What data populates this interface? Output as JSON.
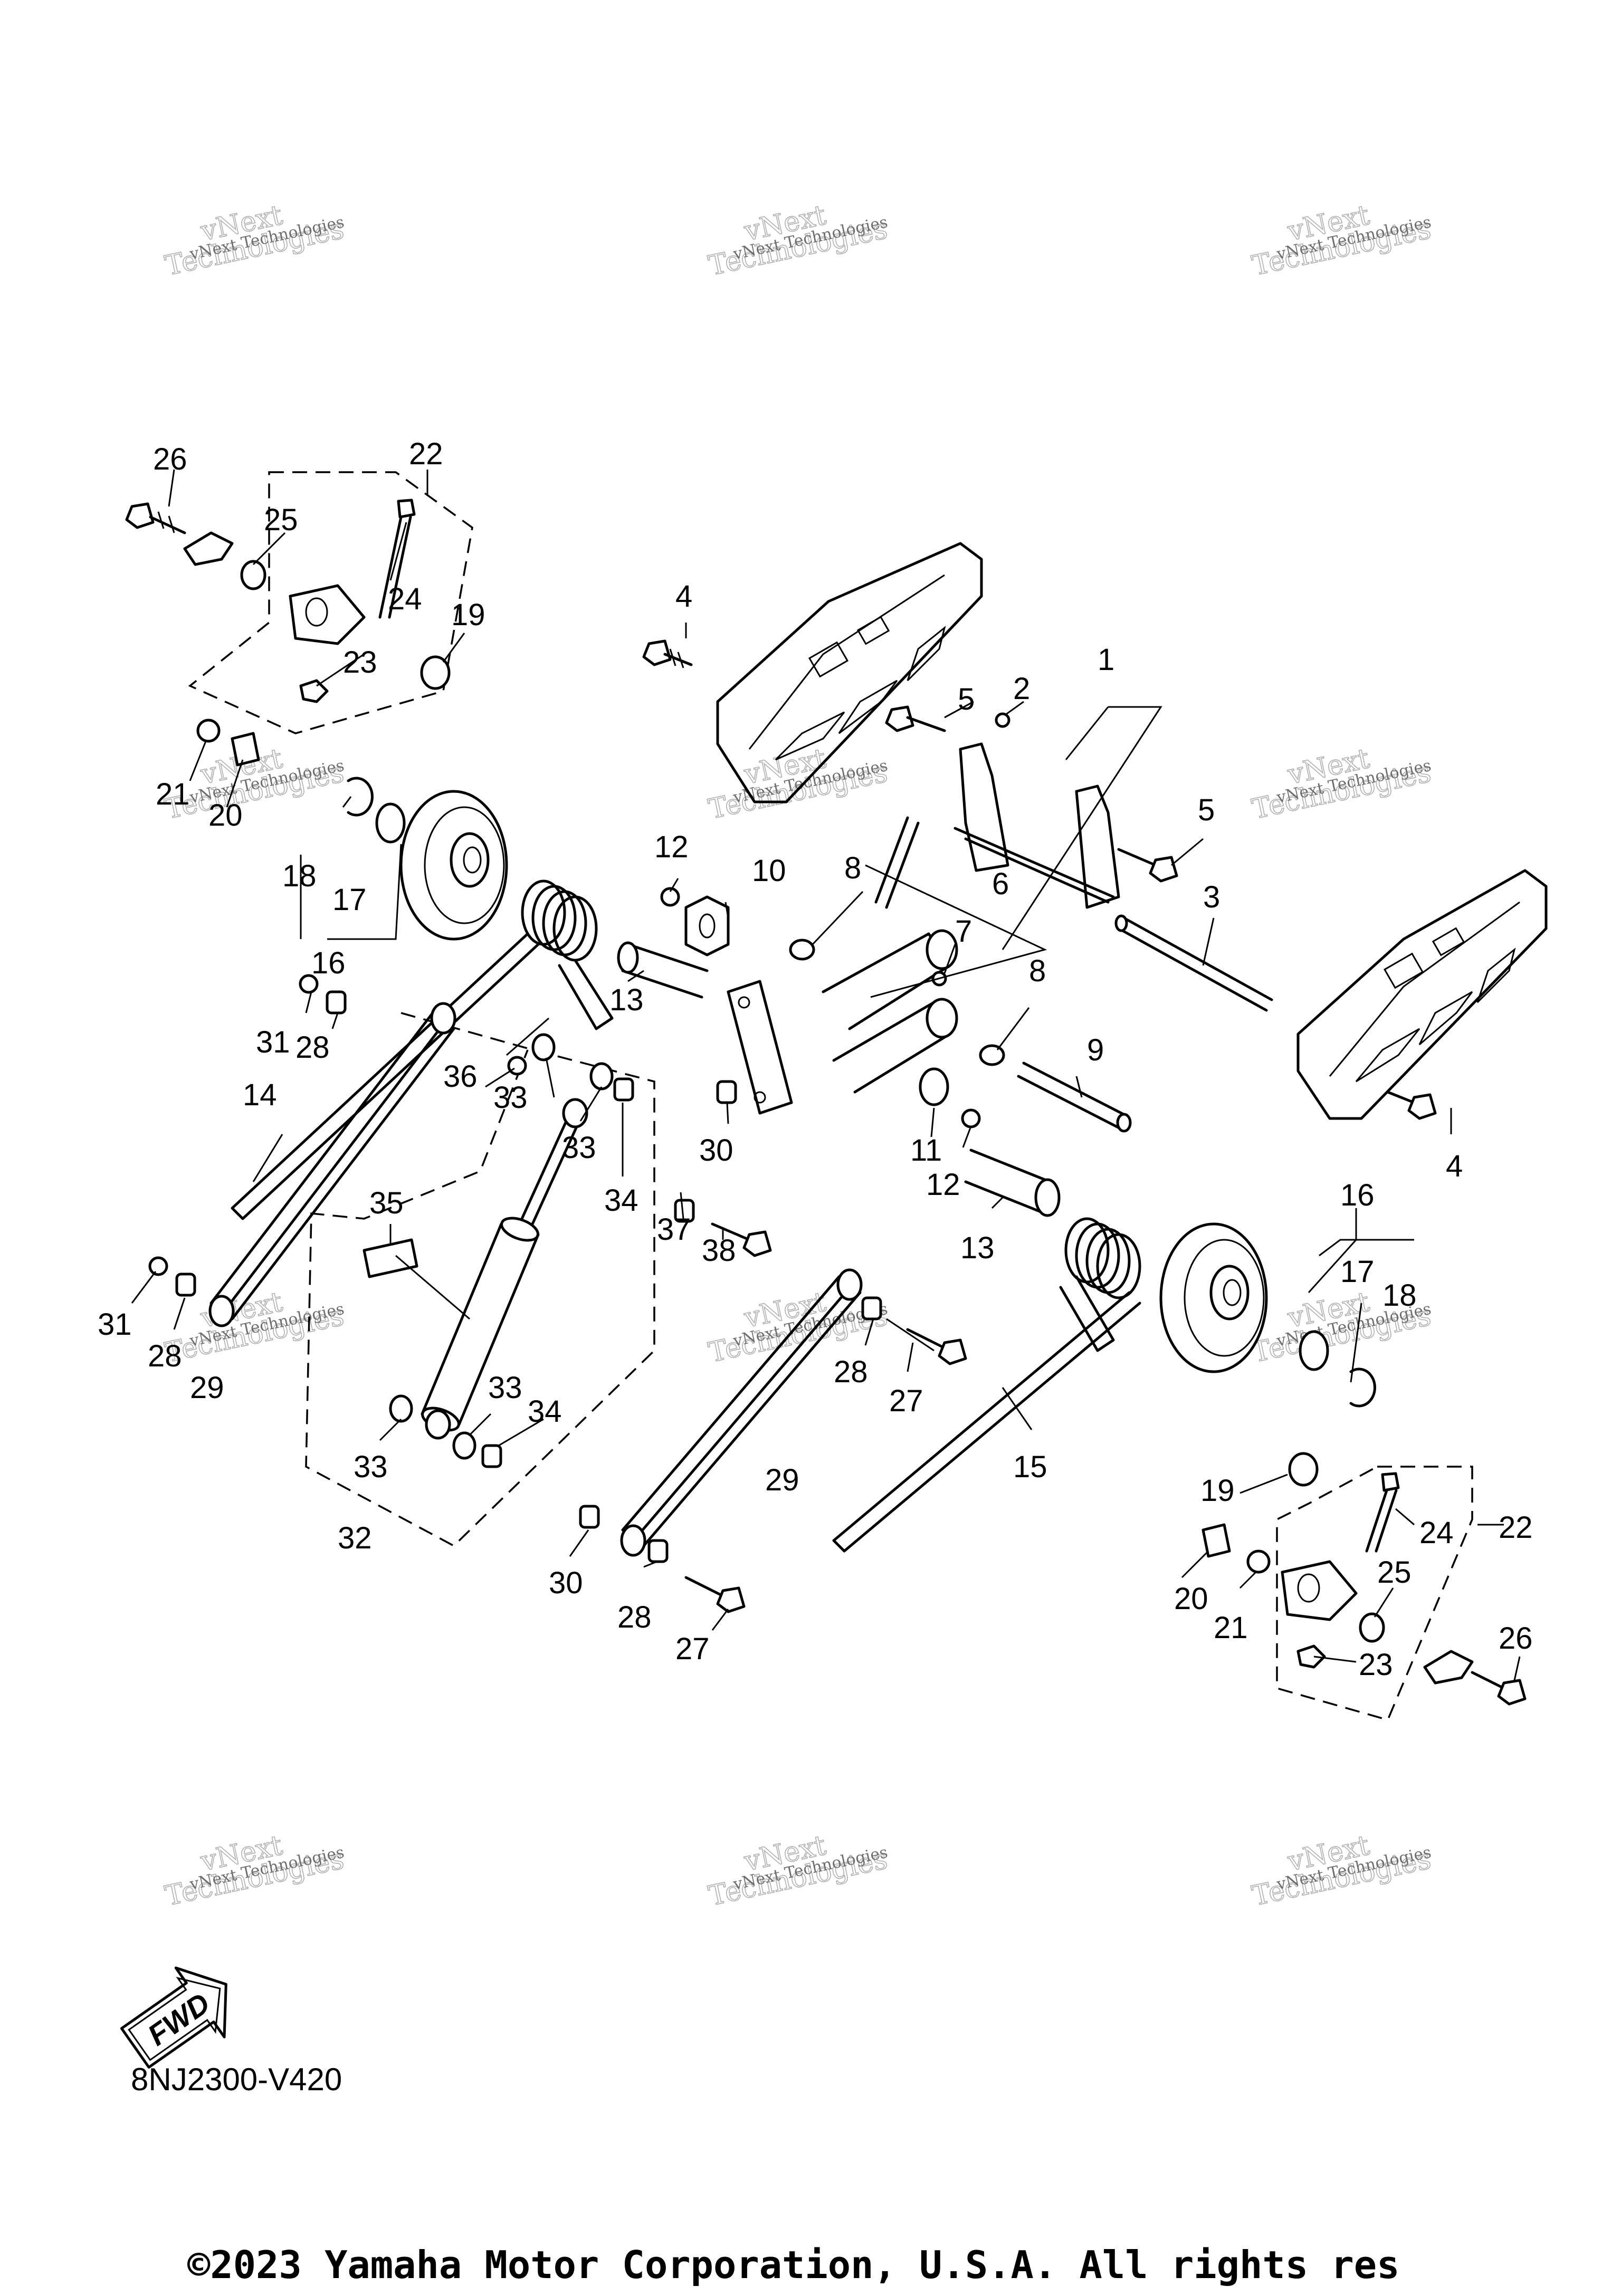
{
  "diagram_code": "8NJ2300-V420",
  "copyright": "©2023 Yamaha Motor Corporation, U.S.A. All rights res",
  "fwd_label": "FWD",
  "watermark": {
    "line1": "vNext Technologies",
    "line2": "vNext",
    "line3": "Technologies"
  },
  "part_labels": {
    "l1": "1",
    "l2": "2",
    "l3": "3",
    "l4a": "4",
    "l4b": "4",
    "l5a": "5",
    "l5b": "5",
    "l6": "6",
    "l7": "7",
    "l8a": "8",
    "l8b": "8",
    "l9": "9",
    "l10": "10",
    "l11": "11",
    "l12a": "12",
    "l12b": "12",
    "l13a": "13",
    "l13b": "13",
    "l14": "14",
    "l15": "15",
    "l16a": "16",
    "l16b": "16",
    "l17a": "17",
    "l17b": "17",
    "l18a": "18",
    "l18b": "18",
    "l19a": "19",
    "l19b": "19",
    "l20a": "20",
    "l20b": "20",
    "l21a": "21",
    "l21b": "21",
    "l22a": "22",
    "l22b": "22",
    "l23a": "23",
    "l23b": "23",
    "l24a": "24",
    "l24b": "24",
    "l25a": "25",
    "l25b": "25",
    "l26a": "26",
    "l26b": "26",
    "l27a": "27",
    "l27b": "27",
    "l28a": "28",
    "l28b": "28",
    "l28c": "28",
    "l28d": "28",
    "l29a": "29",
    "l29b": "29",
    "l30a": "30",
    "l30b": "30",
    "l31a": "31",
    "l31b": "31",
    "l32": "32",
    "l33a": "33",
    "l33b": "33",
    "l33c": "33",
    "l33d": "33",
    "l34a": "34",
    "l34b": "34",
    "l35": "35",
    "l36": "36",
    "l37": "37",
    "l38": "38"
  }
}
